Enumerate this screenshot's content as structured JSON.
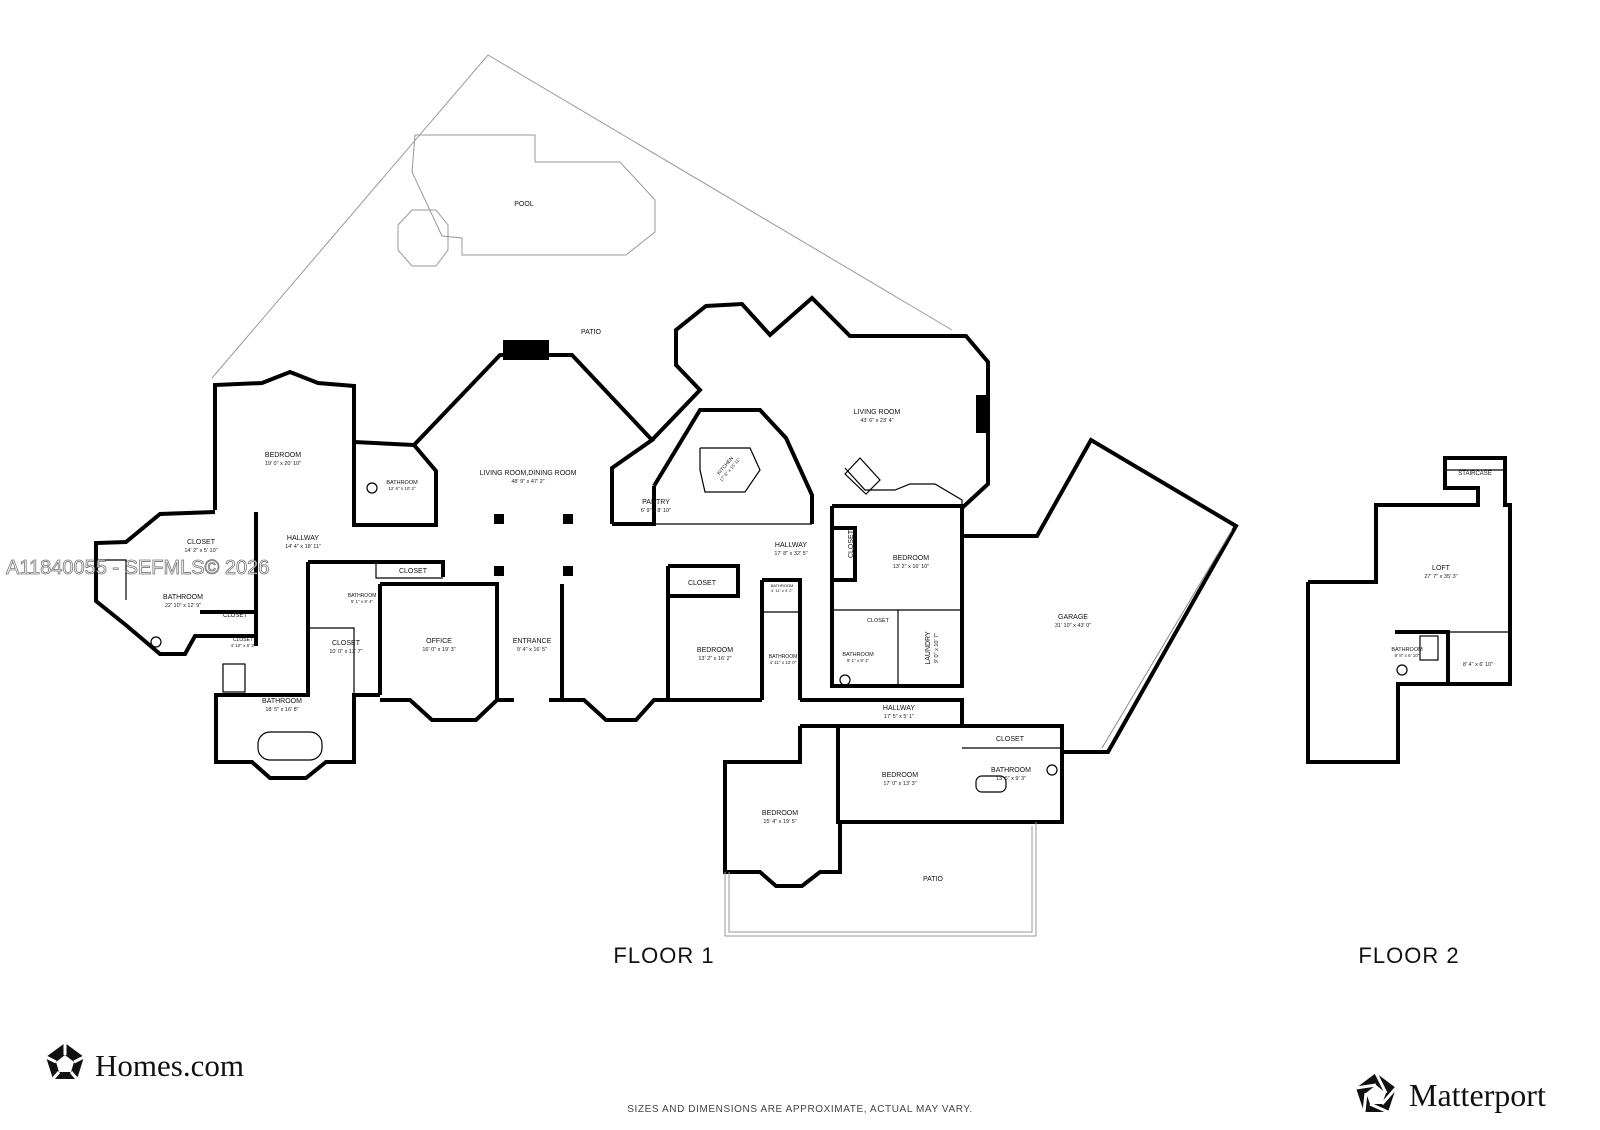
{
  "floors": [
    {
      "label": "FLOOR 1"
    },
    {
      "label": "FLOOR 2"
    }
  ],
  "rooms": [
    {
      "name": "POOL",
      "dims": ""
    },
    {
      "name": "PATIO",
      "dims": ""
    },
    {
      "name": "LIVING ROOM",
      "dims": "43' 6\" x 23' 4\""
    },
    {
      "name": "BEDROOM",
      "dims": "19' 0\" x 20' 10\""
    },
    {
      "name": "BATHROOM",
      "dims": "12' 6\" x 10' 2\""
    },
    {
      "name": "LIVING ROOM,DINING ROOM",
      "dims": "48' 9\" x 47' 2\""
    },
    {
      "name": "KITCHEN",
      "dims": "17' 6\" x 15' 11\""
    },
    {
      "name": "PANTRY",
      "dims": "6' 9\" x 8' 10\""
    },
    {
      "name": "CLOSET",
      "dims": "14' 2\" x 5' 10\""
    },
    {
      "name": "HALLWAY",
      "dims": "14' 4\" x 18' 11\""
    },
    {
      "name": "BATHROOM",
      "dims": "22' 10\" x 12' 9\""
    },
    {
      "name": "CLOSET",
      "dims": ""
    },
    {
      "name": "CLOSET",
      "dims": "4' 10\" x 5' 3\""
    },
    {
      "name": "BATHROOM",
      "dims": "5' 1\" x 9' 4\""
    },
    {
      "name": "CLOSET",
      "dims": ""
    },
    {
      "name": "CLOSET",
      "dims": "10' 0\" x 13' 7\""
    },
    {
      "name": "OFFICE",
      "dims": "16' 0\" x 19' 3\""
    },
    {
      "name": "ENTRANCE",
      "dims": "9' 4\" x 16' 5\""
    },
    {
      "name": "BATHROOM",
      "dims": "18' 5\" x 16' 8\""
    },
    {
      "name": "HALLWAY",
      "dims": "17' 8\" x 32' 5\""
    },
    {
      "name": "CLOSET",
      "dims": ""
    },
    {
      "name": "BATHROOM",
      "dims": "4' 11\" x 4' 2\""
    },
    {
      "name": "BEDROOM",
      "dims": "13' 2\" x 16' 2\""
    },
    {
      "name": "BATHROOM",
      "dims": "4' 11\" x 12' 0\""
    },
    {
      "name": "CLOSET",
      "dims": ""
    },
    {
      "name": "BEDROOM",
      "dims": "13' 2\" x 16' 10\""
    },
    {
      "name": "CLOSET",
      "dims": ""
    },
    {
      "name": "BATHROOM",
      "dims": "9' 1\" x 8' 1\""
    },
    {
      "name": "LAUNDRY",
      "dims": "9' 0\" x 10' 7\""
    },
    {
      "name": "GARAGE",
      "dims": "31' 10\" x 43' 0\""
    },
    {
      "name": "HALLWAY",
      "dims": "17' 5\" x 5' 1\""
    },
    {
      "name": "CLOSET",
      "dims": ""
    },
    {
      "name": "BEDROOM",
      "dims": "17' 0\" x 13' 3\""
    },
    {
      "name": "BATHROOM",
      "dims": "13' 6\" x 9' 3\""
    },
    {
      "name": "BEDROOM",
      "dims": "15' 4\" x 19' 5\""
    },
    {
      "name": "PATIO",
      "dims": ""
    },
    {
      "name": "STAIRCASE",
      "dims": ""
    },
    {
      "name": "LOFT",
      "dims": "27' 7\" x 35' 3\""
    },
    {
      "name": "BATHROOM",
      "dims": "8' 8\" x 6' 10\""
    },
    {
      "name": "",
      "dims": "8' 4\" x 6' 10\""
    }
  ],
  "footer_note": "SIZES AND DIMENSIONS ARE APPROXIMATE, ACTUAL MAY VARY.",
  "watermark": "A11840055 - SEFMLS© 2026",
  "brands": {
    "left": {
      "name": "Homes.com",
      "icon": "homes-logo-icon"
    },
    "right": {
      "name": "Matterport",
      "icon": "matterport-logo-icon"
    }
  },
  "colors": {
    "wall": "#000000",
    "background": "#ffffff"
  }
}
